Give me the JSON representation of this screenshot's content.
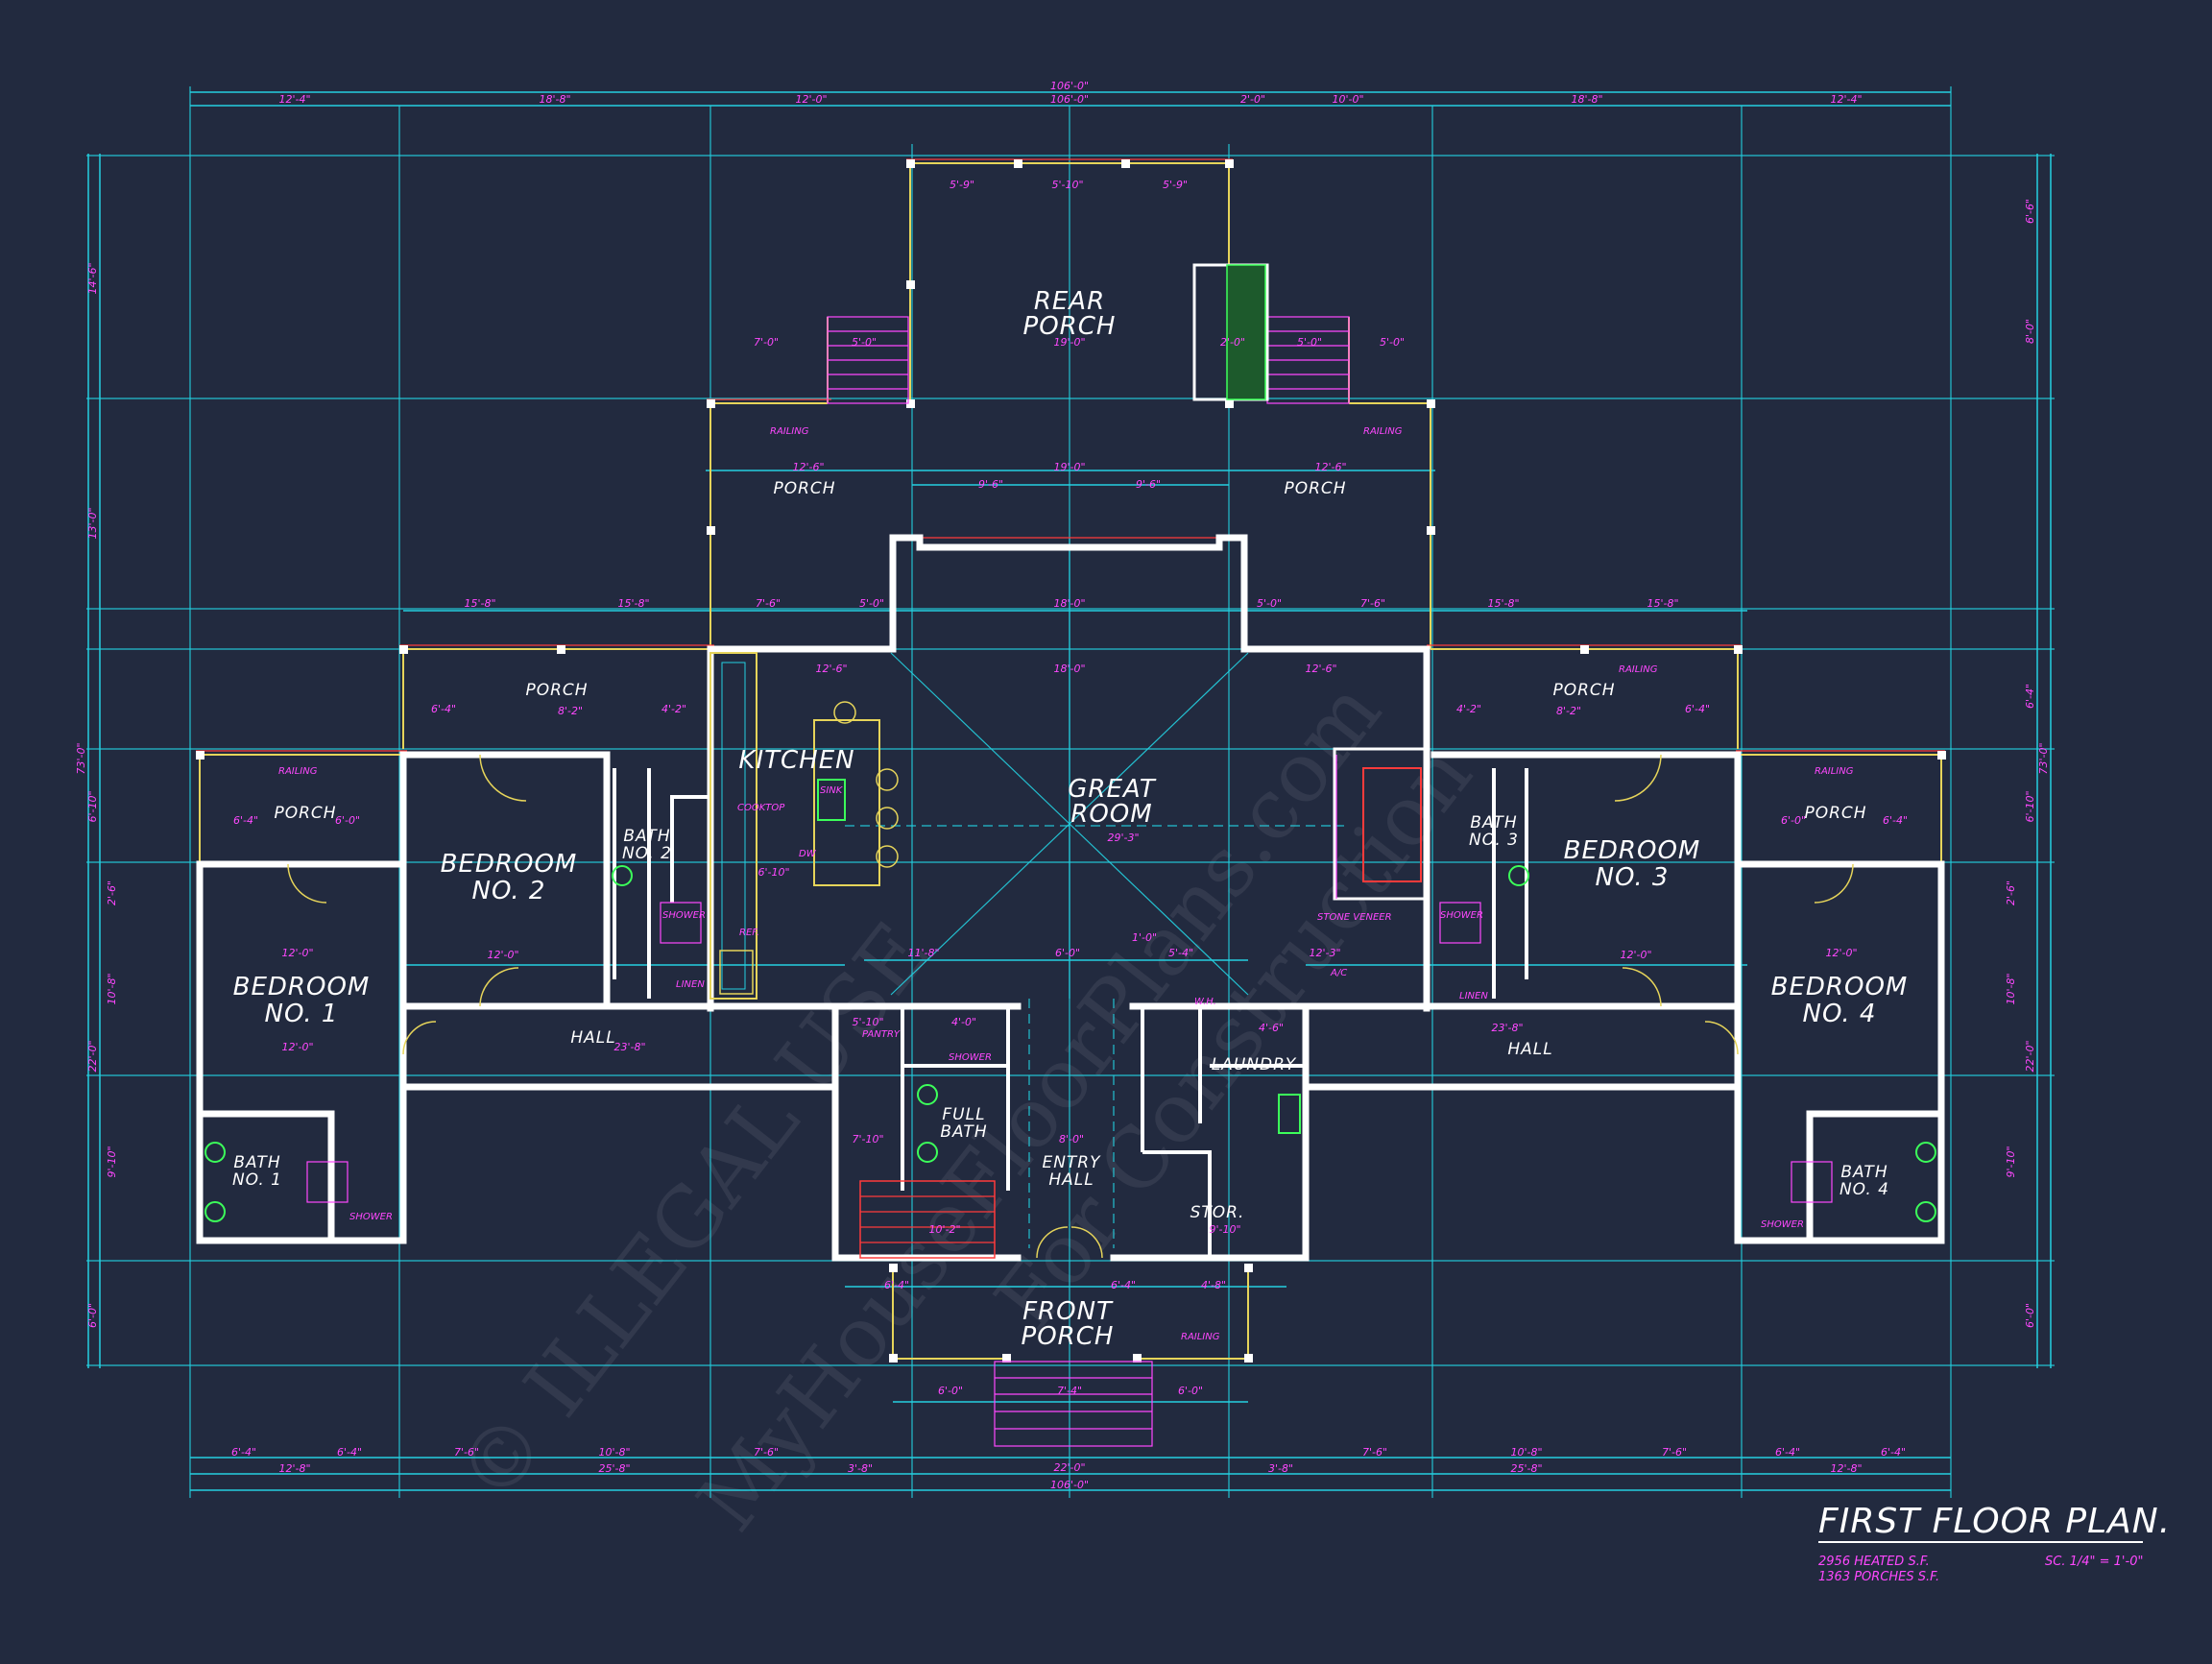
{
  "plan": {
    "title": "FIRST FLOOR PLAN.",
    "heated": "2956 HEATED S.F.",
    "porches": "1363 PORCHES S.F.",
    "scale": "SC. 1/4\" = 1'-0\""
  },
  "rooms": {
    "rear_porch_1": "REAR",
    "rear_porch_2": "PORCH",
    "porch_left": "PORCH",
    "porch_right": "PORCH",
    "kitchen": "KITCHEN",
    "great_room_1": "GREAT",
    "great_room_2": "ROOM",
    "bedroom2_1": "BEDROOM",
    "bedroom2_2": "NO. 2",
    "bedroom3_1": "BEDROOM",
    "bedroom3_2": "NO. 3",
    "bedroom1_1": "BEDROOM",
    "bedroom1_2": "NO. 1",
    "bedroom4_1": "BEDROOM",
    "bedroom4_2": "NO. 4",
    "porch_bed2": "PORCH",
    "porch_bed3": "PORCH",
    "porch_bed1": "PORCH",
    "porch_bed4": "PORCH",
    "bath2_1": "BATH",
    "bath2_2": "NO. 2",
    "bath3_1": "BATH",
    "bath3_2": "NO. 3",
    "bath1_1": "BATH",
    "bath1_2": "NO. 1",
    "bath4_1": "BATH",
    "bath4_2": "NO. 4",
    "hall_left": "HALL",
    "hall_right": "HALL",
    "full_bath_1": "FULL",
    "full_bath_2": "BATH",
    "entry_hall_1": "ENTRY",
    "entry_hall_2": "HALL",
    "laundry": "LAUNDRY",
    "stor": "STOR.",
    "front_porch_1": "FRONT",
    "front_porch_2": "PORCH"
  },
  "dimensions": {
    "overall_top": "106'-0\"",
    "overall_top_2": "106'-0\"",
    "overall_bottom": "106'-0\"",
    "top_segments": [
      "12'-4\"",
      "18'-8\"",
      "12'-0\"",
      "2'-0\"",
      "10'-0\"",
      "18'-8\"",
      "12'-4\""
    ],
    "bottom_row_1": [
      "6'-4\"",
      "6'-4\"",
      "7'-6\"",
      "10'-8\"",
      "7'-6\"",
      "7'-6\"",
      "10'-8\"",
      "7'-6\"",
      "6'-4\"",
      "6'-4\""
    ],
    "bottom_row_2": [
      "12'-8\"",
      "25'-8\"",
      "3'-8\"",
      "22'-0\"",
      "3'-8\"",
      "25'-8\"",
      "12'-8\""
    ],
    "left_side": [
      "14'-6\"",
      "13'-0\"",
      "73'-0\"",
      "6'-10\"",
      "2'-6\"",
      "10'-8\"",
      "22'-0\"",
      "9'-10\"",
      "6'-0\""
    ],
    "right_side": [
      "6'-6\"",
      "8'-0\"",
      "6'-4\"",
      "73'-0\"",
      "6'-10\"",
      "2'-6\"",
      "10'-8\"",
      "22'-0\"",
      "9'-10\"",
      "6'-0\""
    ],
    "rear_porch_width": "19'-0\"",
    "rear_porch_segs": [
      "5'-9\"",
      "5'-10\"",
      "5'-9\""
    ],
    "porch_top_mid": "19'-0\"",
    "porch_sub": [
      "9'-6\"",
      "9'-6\""
    ],
    "porch_side_left": "12'-6\"",
    "porch_side_right": "12'-6\"",
    "step_left": "7'-0\"",
    "step_left_2": "5'-0\"",
    "step_right": "5'-0\"",
    "step_right_2": "5'-0\"",
    "fireplace": "2'-0\"",
    "great_room_w": "18'-0\"",
    "great_room_w2": "18'-0\"",
    "great_room_d": "29'-3\"",
    "kitchen_d": "6'-10\"",
    "kitchen_w": "12'-6\"",
    "great_right_w": "12'-6\"",
    "bed1_w": "12'-0\"",
    "bed1_w2": "12'-0\"",
    "bed2_w": "12'-0\"",
    "bed3_w": "12'-0\"",
    "bed4_w": "12'-0\"",
    "hall_w": "23'-8\"",
    "hall_w_r": "23'-8\"",
    "porch_bed_l": [
      "6'-4\"",
      "8'-2\"",
      "4'-2\""
    ],
    "porch_bed_r": [
      "4'-2\"",
      "8'-2\"",
      "6'-4\""
    ],
    "porch_bed1_d": [
      "6'-4\"",
      "6'-0\""
    ],
    "porch_bed4_d": [
      "6'-0\"",
      "6'-4\""
    ],
    "top_wing_l": [
      "15'-8\"",
      "15'-8\"",
      "7'-6\"",
      "5'-0\""
    ],
    "top_wing_r": [
      "5'-0\"",
      "7'-6\"",
      "15'-8\"",
      "15'-8\""
    ],
    "entry_w": "8'-0\"",
    "front_porch": [
      "6'-4\"",
      "6'-4\"",
      "4'-8\""
    ],
    "front_porch_w": "22'-0\"",
    "front_steps": [
      "6'-0\"",
      "7'-4\"",
      "6'-0\""
    ],
    "stor_w": "9'-10\"",
    "misc": [
      "11'-8\"",
      "6'-0\"",
      "1'-0\"",
      "5'-4\"",
      "12'-3\"",
      "4'-6\"",
      "4'-0\"",
      "10'-2\"",
      "5'-10\"",
      "7'-10\""
    ]
  },
  "notes": {
    "railing": "RAILING",
    "pantry": "PANTRY",
    "shower": "SHOWER",
    "linen": "LINEN",
    "cooktop": "COOKTOP",
    "sink": "SINK",
    "dw": "DW",
    "ref": "REF.",
    "stone_veneer": "STONE VENEER",
    "wh": "W.H.",
    "ac": "A/C"
  },
  "watermarks": {
    "w1": "© ILLEGAL USE",
    "w2": "MyHouseFloorPlans.com",
    "w3": "For Construction"
  },
  "colors": {
    "background": "#222a3f",
    "dimension_lines": "#24d0e0",
    "walls": "#ffffff",
    "annotations": "#ff48ff",
    "railing": "#e6d45a",
    "fixtures": "#3cff5a",
    "accent_red": "#ff3b3b"
  }
}
